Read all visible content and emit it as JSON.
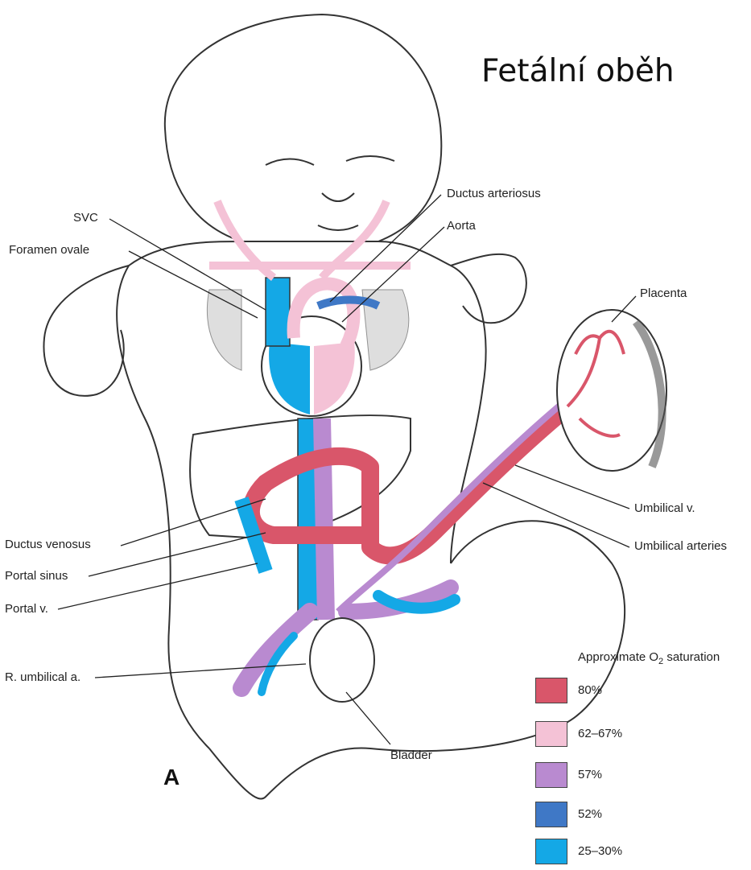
{
  "title": "Fetální oběh",
  "figure_letter": "A",
  "labels": {
    "svc": "SVC",
    "foramen_ovale": "Foramen ovale",
    "ductus_arteriosus": "Ductus arteriosus",
    "aorta": "Aorta",
    "placenta": "Placenta",
    "umbilical_v": "Umbilical v.",
    "umbilical_arteries": "Umbilical arteries",
    "ductus_venosus": "Ductus venosus",
    "portal_sinus": "Portal sinus",
    "portal_v": "Portal v.",
    "r_umbilical_a": "R. umbilical a.",
    "bladder": "Bladder"
  },
  "legend": {
    "title_prefix": "Approximate O",
    "title_sub": "2",
    "title_suffix": " saturation",
    "items": [
      {
        "label": "80%",
        "color": "#d9566a"
      },
      {
        "label": "62–67%",
        "color": "#f4c2d6"
      },
      {
        "label": "57%",
        "color": "#b98ad0"
      },
      {
        "label": "52%",
        "color": "#3f78c6"
      },
      {
        "label": "25–30%",
        "color": "#14a8e6"
      }
    ]
  }
}
